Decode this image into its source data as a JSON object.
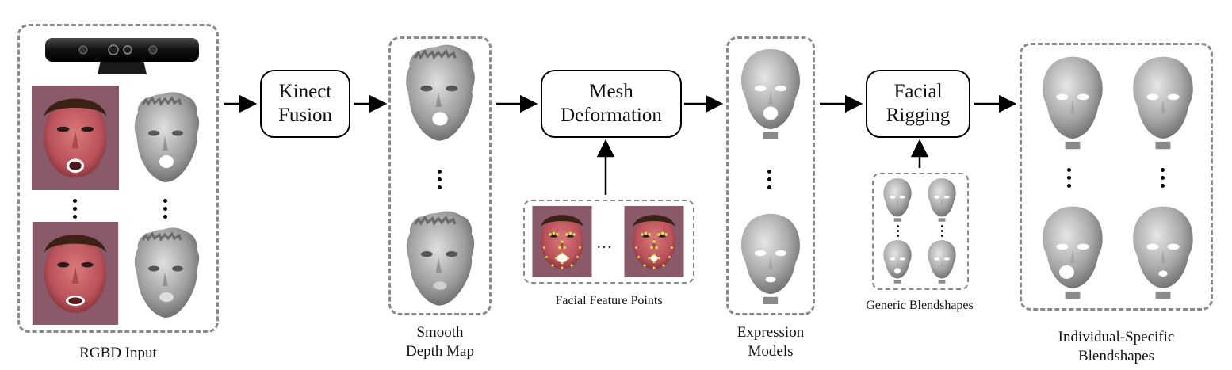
{
  "process_boxes": {
    "kinect_fusion": [
      "Kinect",
      "Fusion"
    ],
    "mesh_deformation": [
      "Mesh",
      "Deformation"
    ],
    "facial_rigging": [
      "Facial",
      "Rigging"
    ]
  },
  "captions": {
    "rgbd_input": "RGBD Input",
    "smooth_depth_map": [
      "Smooth",
      "Depth Map"
    ],
    "facial_feature_points": "Facial Feature Points",
    "expression_models": [
      "Expression",
      "Models"
    ],
    "generic_blendshapes": "Generic Blendshapes",
    "individual_blendshapes": [
      "Individual-Specific",
      "Blendshapes"
    ]
  },
  "ellipsis": "…",
  "colors": {
    "dashed_border": "#8a8a8a",
    "skin": "#c0515c",
    "mesh_gray": "#b8b8b8"
  }
}
